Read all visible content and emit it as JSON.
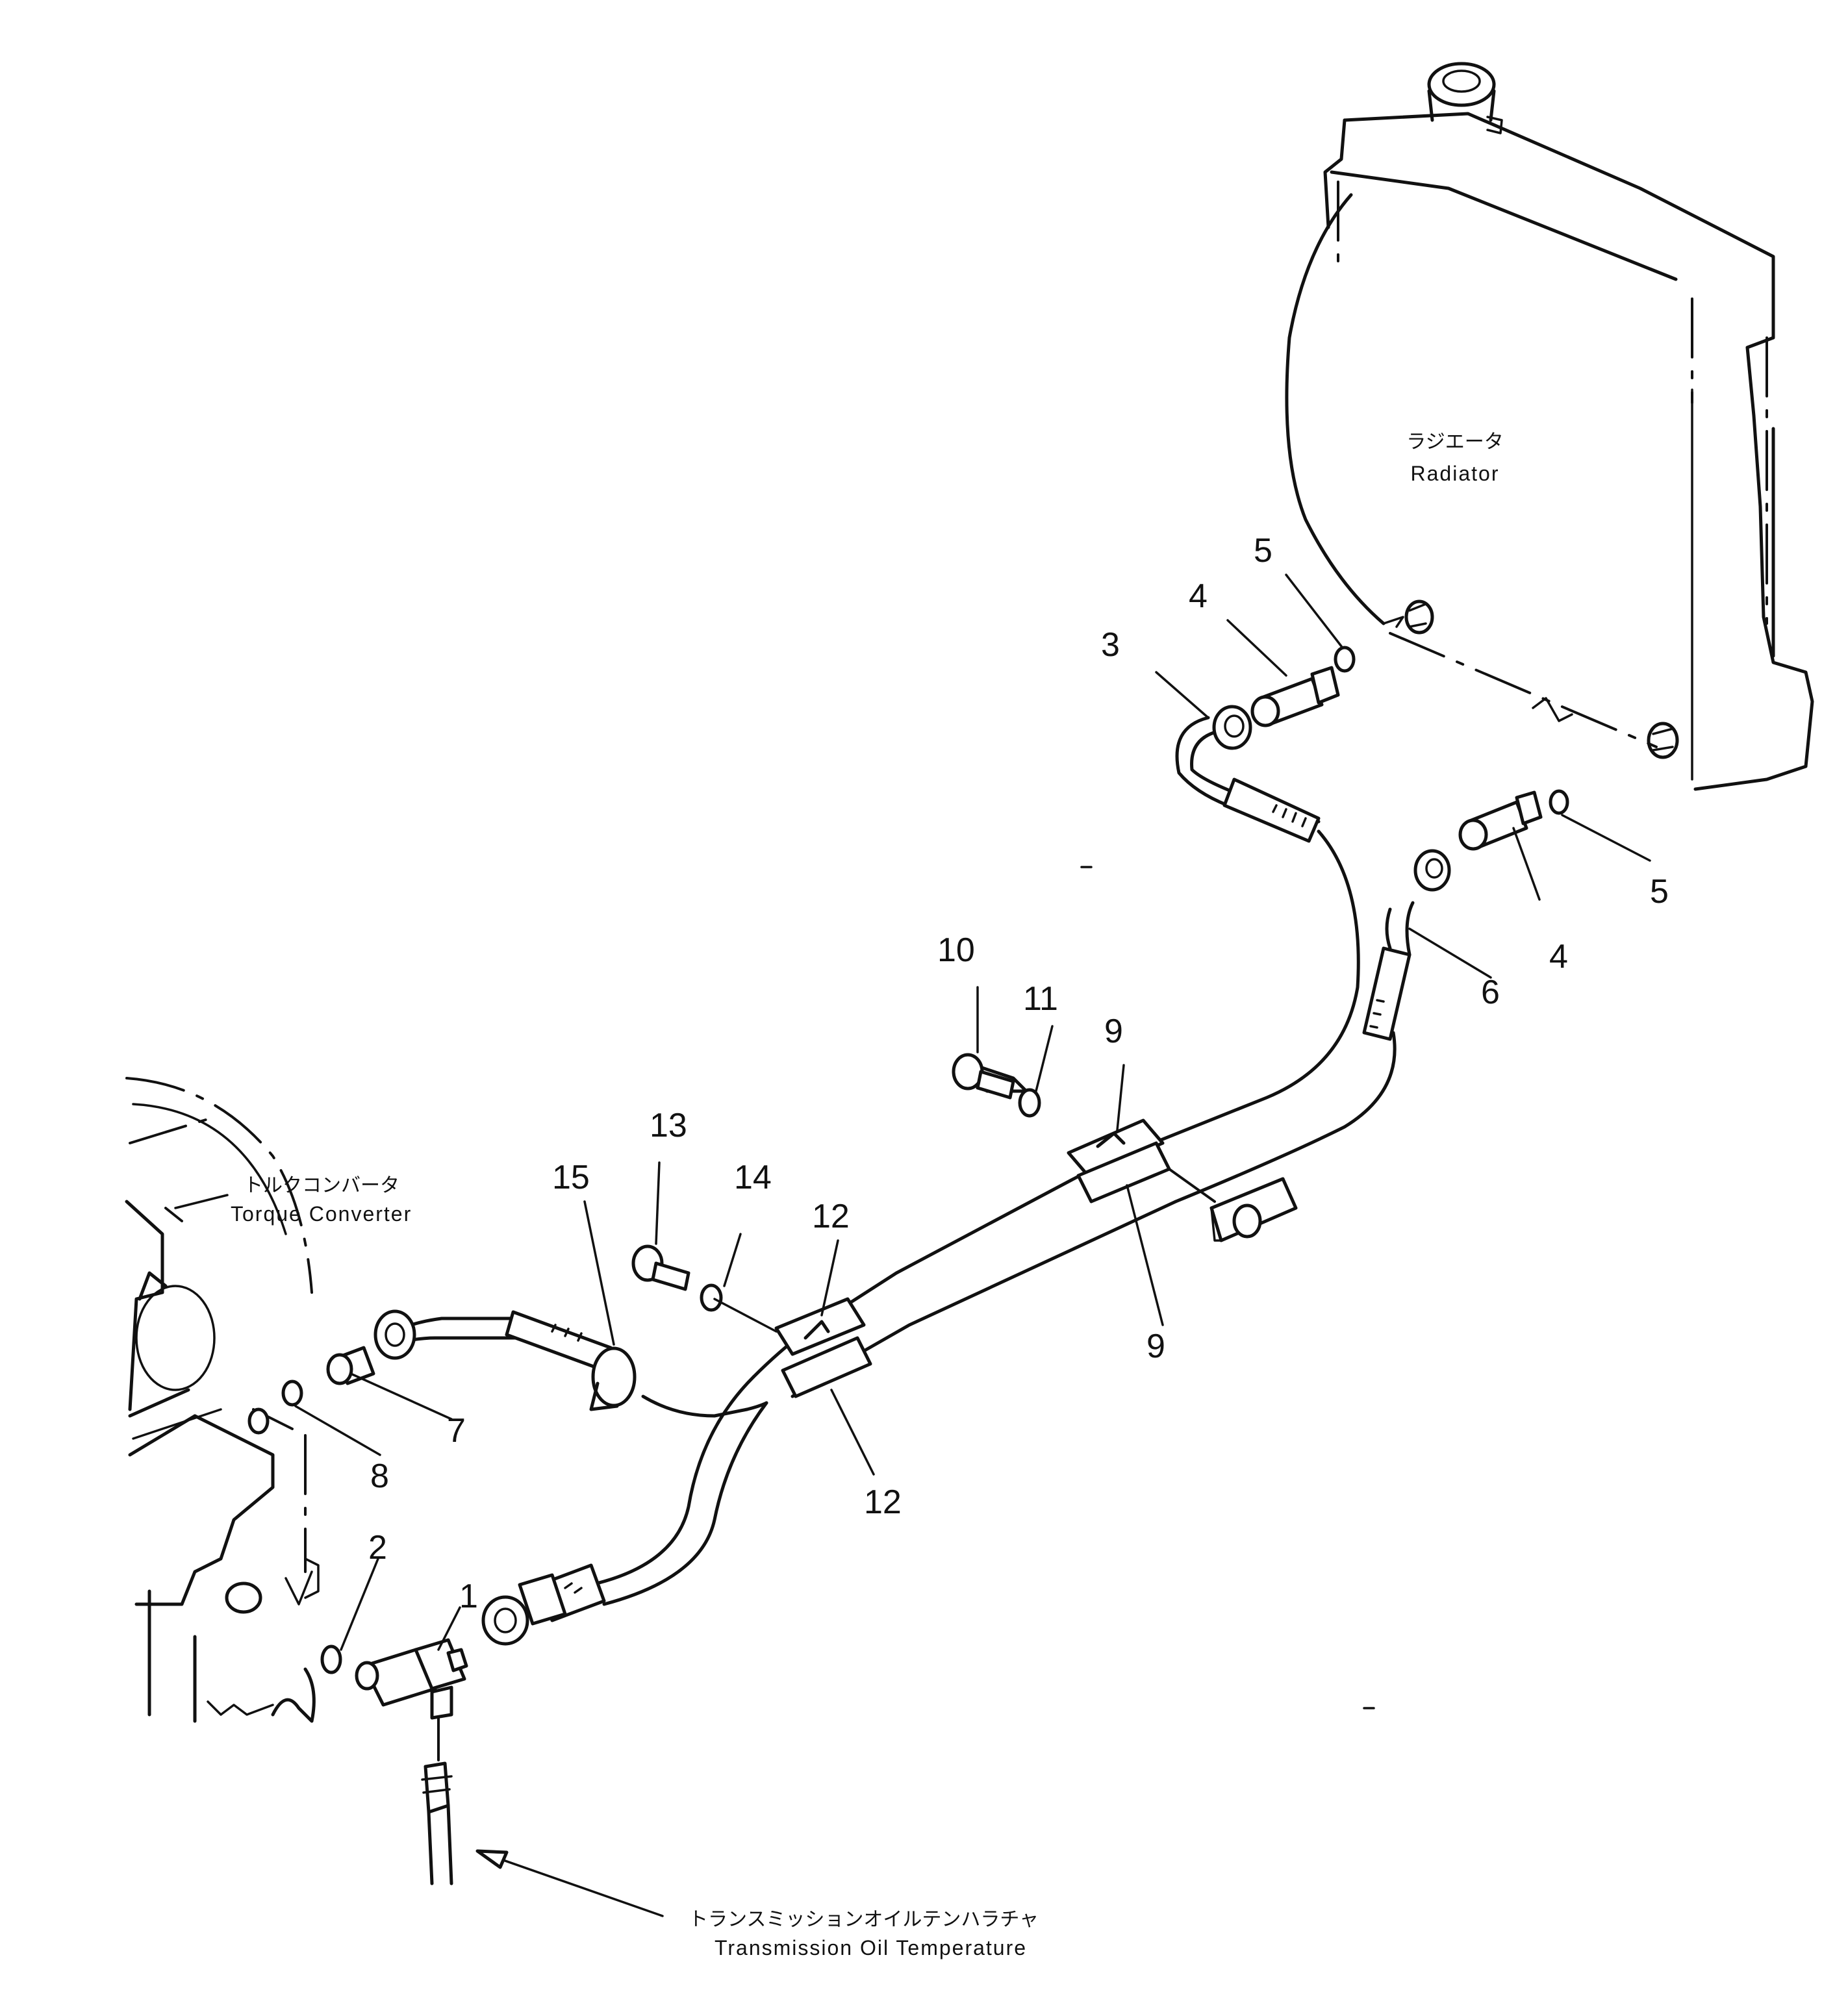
{
  "captions": {
    "radiator_jp": "ラジエータ",
    "radiator_en": "Radiator",
    "torque_converter_jp": "トルクコンバータ",
    "torque_converter_en": "Torque Converter",
    "transmission_oil_temp_jp": "トランスミッションオイルテンハラチャ",
    "transmission_oil_temp_en": "Transmission Oil Temperature"
  },
  "callouts": {
    "c1": "1",
    "c2": "2",
    "c3": "3",
    "c4a": "4",
    "c4b": "4",
    "c5a": "5",
    "c5b": "5",
    "c6": "6",
    "c7": "7",
    "c8": "8",
    "c9a": "9",
    "c9b": "9",
    "c10": "10",
    "c11": "11",
    "c12a": "12",
    "c12b": "12",
    "c13": "13",
    "c14": "14",
    "c15": "15"
  }
}
